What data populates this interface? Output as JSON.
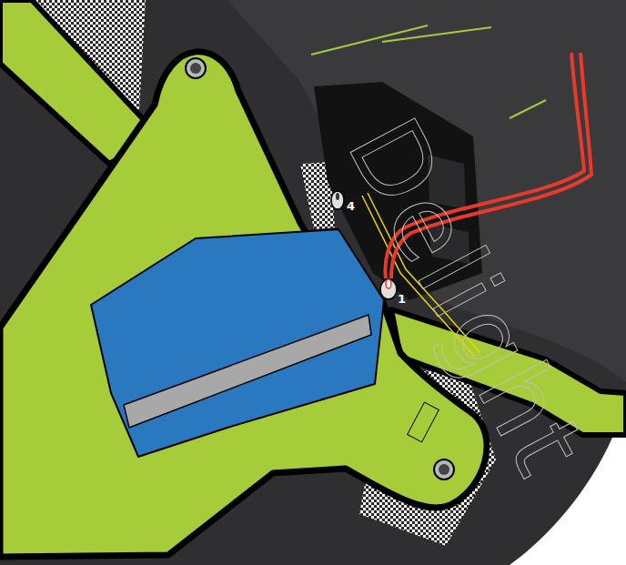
{
  "diagram": {
    "labels": [
      "Delight",
      "4",
      "1"
    ]
  }
}
